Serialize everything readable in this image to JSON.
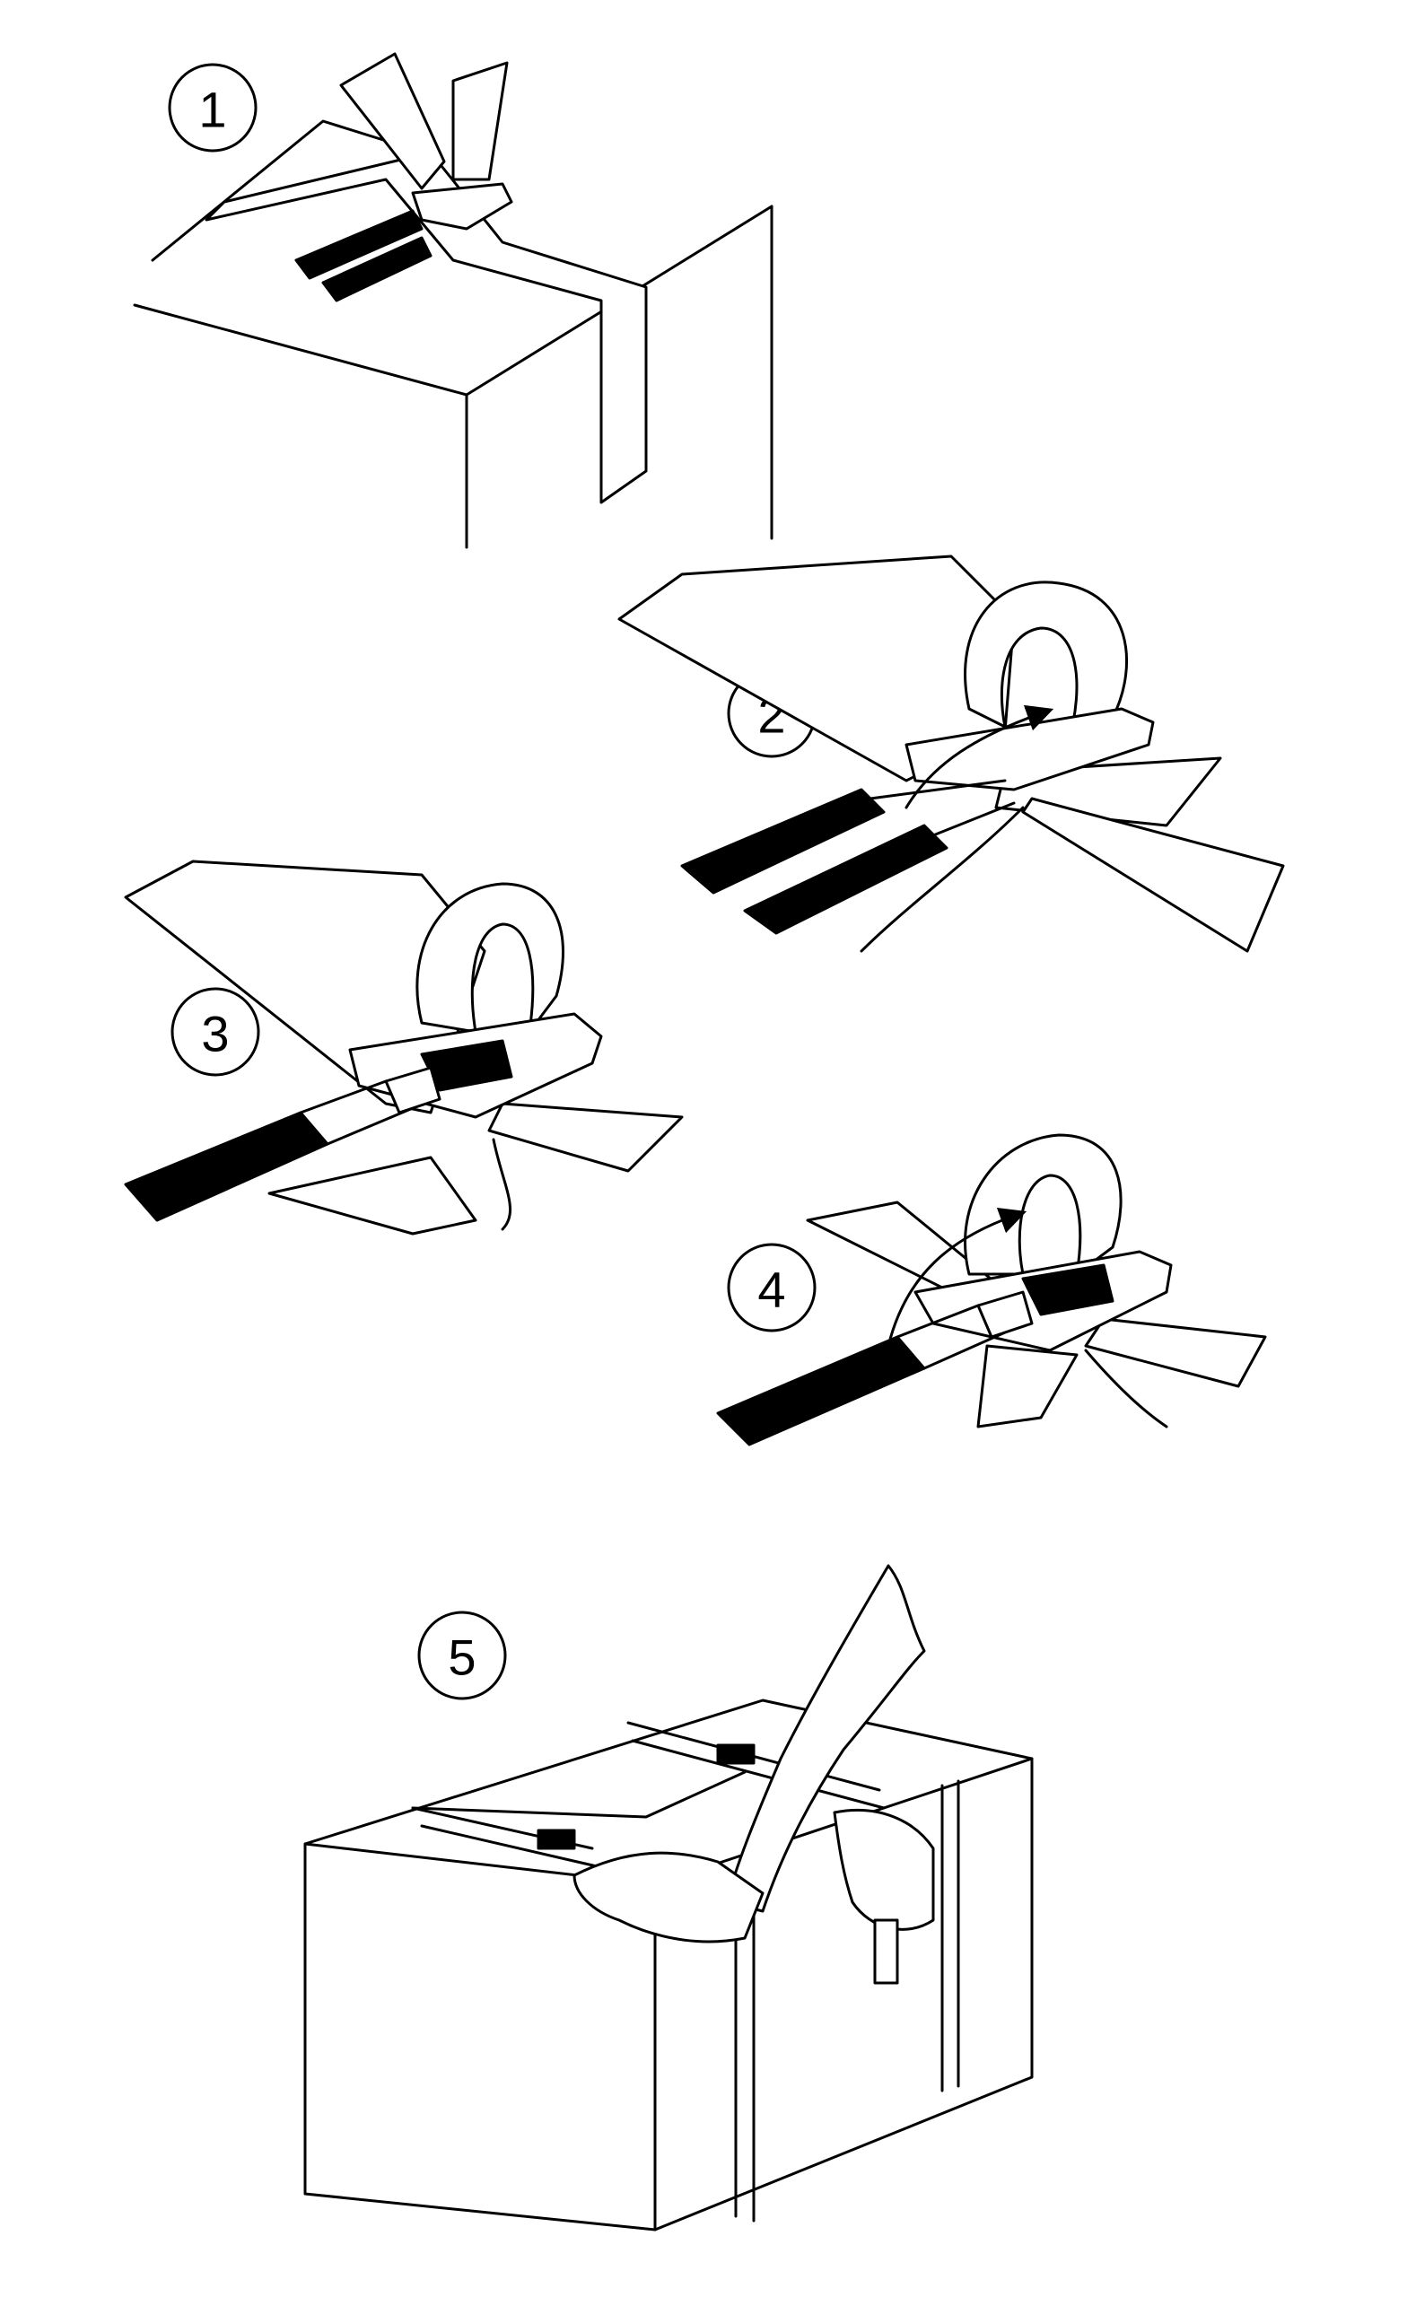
{
  "steps": [
    {
      "label": "1"
    },
    {
      "label": "2"
    },
    {
      "label": "3"
    },
    {
      "label": "4"
    },
    {
      "label": "5"
    }
  ],
  "colors": {
    "ink": "#000000",
    "paper": "#ffffff"
  },
  "icons": [
    "strap-buckle-icon",
    "strap-loop-icon",
    "threading-arrow-icon",
    "box-icon",
    "hand-icon"
  ]
}
